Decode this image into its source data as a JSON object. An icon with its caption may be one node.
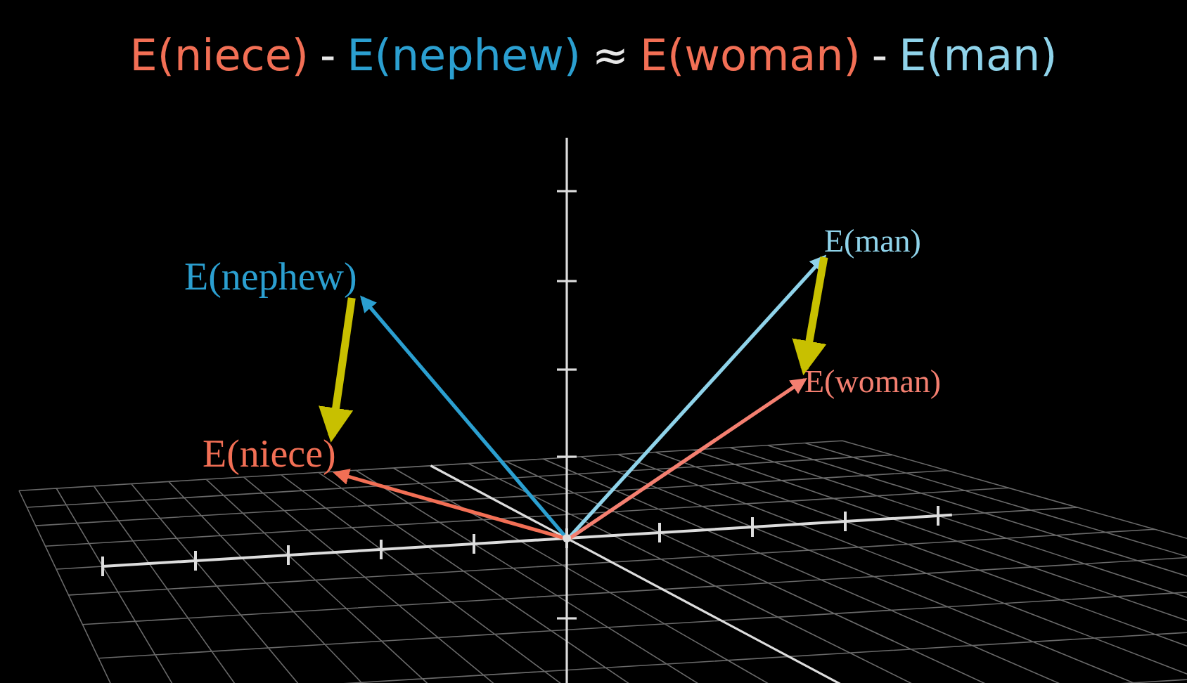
{
  "diagram": {
    "nodes": [
      {
        "text": [],
        "shape": "point"
      },
      {
        "text": [
          "E(nephew)"
        ]
      },
      {
        "text": [
          "E(niece)"
        ]
      },
      {
        "text": [
          "E(man)"
        ]
      },
      {
        "text": [
          "E(woman)"
        ]
      }
    ],
    "edges": [
      {
        "from": 0,
        "to": 1,
        "arrow": "to",
        "color": "#2b9fd0"
      },
      {
        "from": 0,
        "to": 2,
        "arrow": "to",
        "color": "#f26f55"
      },
      {
        "from": 0,
        "to": 3,
        "arrow": "to",
        "color": "#8fd3ea"
      },
      {
        "from": 0,
        "to": 4,
        "arrow": "to",
        "color": "#f47f70"
      },
      {
        "from": 1,
        "to": 2,
        "arrow": "to",
        "style": "thick",
        "color": "#c8c000"
      },
      {
        "from": 3,
        "to": 4,
        "arrow": "to",
        "style": "thick",
        "color": "#c8c000"
      }
    ],
    "labels": [
      "E(niece)",
      "-",
      "E(nephew)",
      "≈",
      "E(woman)",
      "-",
      "E(man)"
    ]
  }
}
